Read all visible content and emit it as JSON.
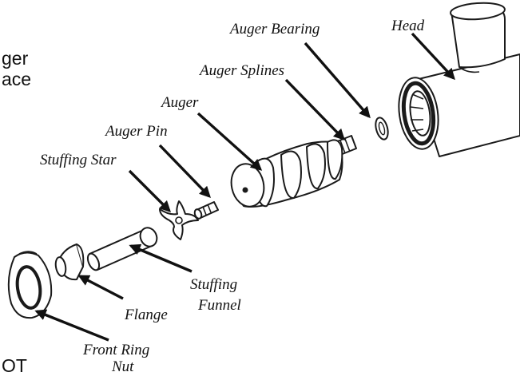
{
  "diagram": {
    "labels": {
      "auger_bearing": "Auger Bearing",
      "head": "Head",
      "auger_splines": "Auger Splines",
      "auger": "Auger",
      "auger_pin": "Auger Pin",
      "stuffing_star": "Stuffing Star",
      "stuffing_funnel_line1": "Stuffing",
      "stuffing_funnel_line2": "Funnel",
      "flange": "Flange",
      "front_ring_nut_line1": "Front Ring",
      "front_ring_nut_line2": "Nut"
    },
    "cut_off_text": {
      "line1": "ger",
      "line2": "ace",
      "line3": "OT"
    },
    "colors": {
      "ink": "#1a1a1a",
      "background": "#ffffff"
    }
  }
}
